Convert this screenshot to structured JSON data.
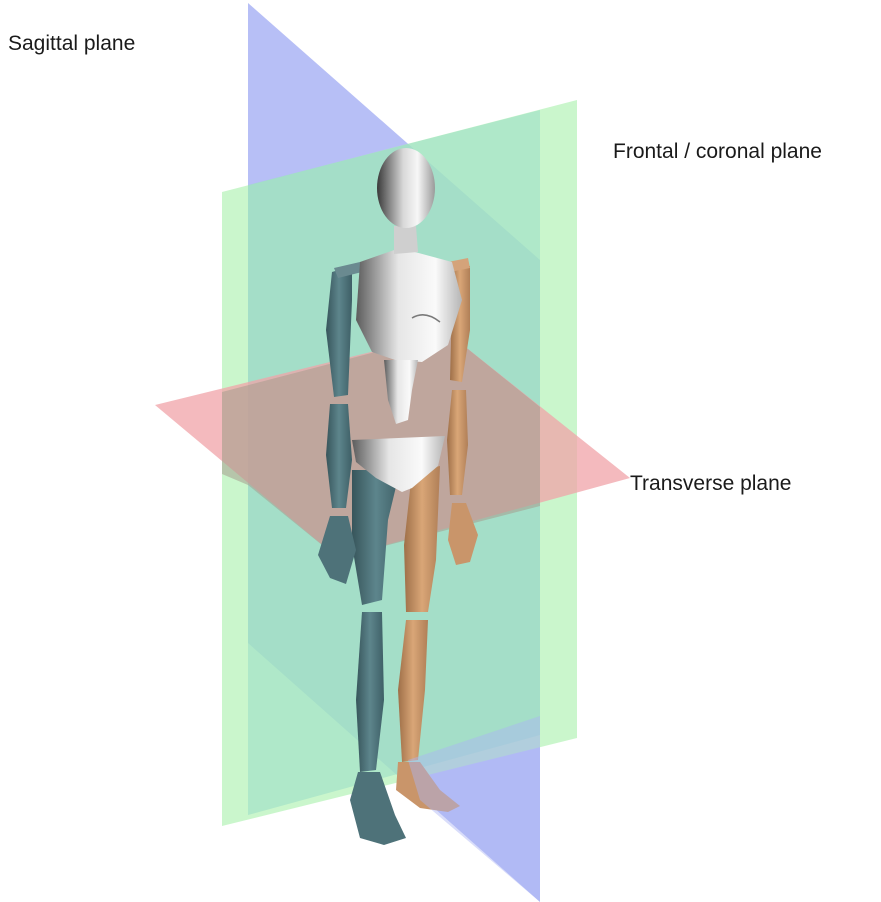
{
  "labels": {
    "sagittal": "Sagittal plane",
    "frontal": "Frontal / coronal plane",
    "transverse": "Transverse plane"
  },
  "colors": {
    "sagittal_plane": "#aab4f5",
    "frontal_plane": "#b6f2b8",
    "transverse_plane": "#f0a3a8",
    "left_limbs": "#4e7279",
    "right_limbs": "#c9956a",
    "body": "#e8e8e8"
  }
}
